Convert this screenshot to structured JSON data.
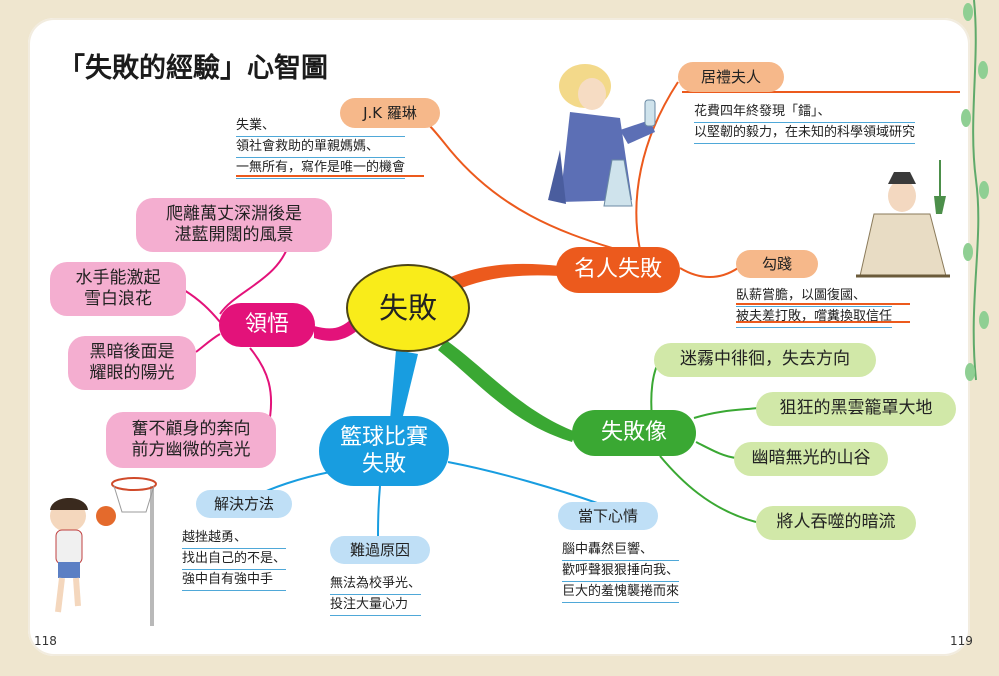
{
  "title": "「失敗的經驗」心智圖",
  "center": "失敗",
  "branches": {
    "fame": {
      "label": "名人失敗",
      "color": "#ec5a1d",
      "people": [
        {
          "name": "居禮夫人",
          "notes": [
            "花費四年終發現「鐳」、",
            "以堅韌的毅力，在未知的科學領域研究"
          ]
        },
        {
          "name": "J.K 羅琳",
          "notes": [
            "失業、",
            "領社會救助的單親媽媽、",
            "一無所有，寫作是唯一的機會"
          ]
        },
        {
          "name": "勾踐",
          "notes": [
            "臥薪嘗膽，以圖復國、",
            "被夫差打敗，嚐糞換取信任"
          ]
        }
      ]
    },
    "like": {
      "label": "失敗像",
      "color": "#3aa833",
      "items": [
        "迷霧中徘徊，失去方向",
        "狙狂的黑雲籠罩大地",
        "幽暗無光的山谷",
        "將人吞噬的暗流"
      ]
    },
    "game": {
      "label": [
        "籃球比賽",
        "失敗"
      ],
      "color": "#189de0",
      "subs": [
        {
          "name": "解決方法",
          "notes": [
            "越挫越勇、",
            "找出自己的不是、",
            "強中自有強中手"
          ]
        },
        {
          "name": "難過原因",
          "notes": [
            "無法為校爭光、",
            "投注大量心力"
          ]
        },
        {
          "name": "當下心情",
          "notes": [
            "腦中轟然巨響、",
            "歡呼聲狠狠捶向我、",
            "巨大的羞愧襲捲而來"
          ]
        }
      ]
    },
    "real": {
      "label": "領悟",
      "color": "#e3127a",
      "items": [
        [
          "爬離萬丈深淵後是",
          "湛藍開闊的風景"
        ],
        [
          "水手能激起",
          "雪白浪花"
        ],
        [
          "黑暗後面是",
          "耀眼的陽光"
        ],
        [
          "奮不顧身的奔向",
          "前方幽微的亮光"
        ]
      ]
    }
  },
  "pages": {
    "left": "118",
    "right": "119"
  }
}
